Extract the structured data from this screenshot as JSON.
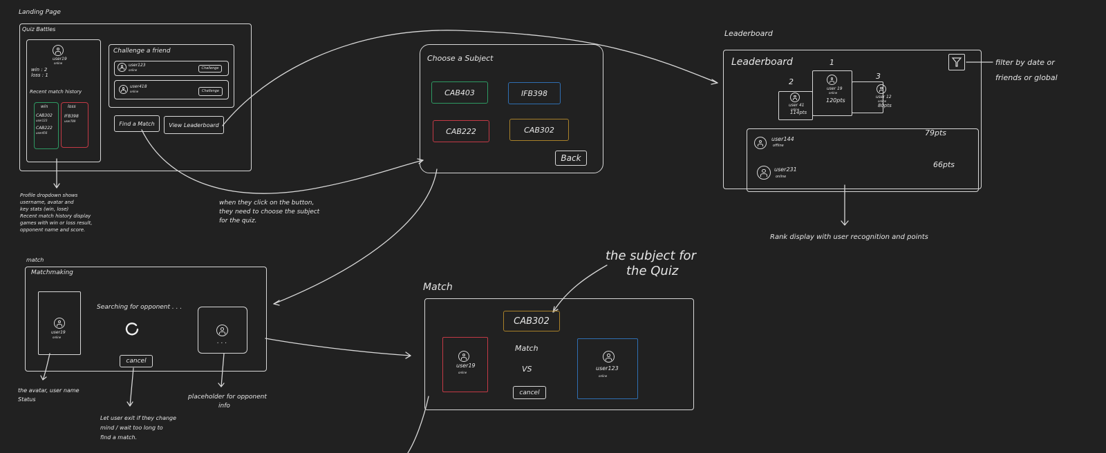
{
  "landing": {
    "page_label": "Landing Page",
    "frame_title": "Quiz Battles",
    "profile": {
      "username": "user19",
      "status": "online",
      "win": "win : 2",
      "loss": "loss : 1"
    },
    "history_title": "Recent match history",
    "win_label": "win",
    "loss_label": "loss",
    "win_items": [
      {
        "code": "CAB302",
        "detail": "user123"
      },
      {
        "code": "CAB222",
        "detail": "user456"
      }
    ],
    "loss_items": [
      {
        "code": "IFB398",
        "detail": "user789"
      }
    ],
    "challenge_title": "Challenge a friend",
    "friends": [
      {
        "name": "user123",
        "status": "online",
        "button": "Challenge"
      },
      {
        "name": "user418",
        "status": "online",
        "button": "Challenge"
      }
    ],
    "find_match": "Find a Match",
    "view_leaderboard": "View Leaderboard",
    "note": [
      "Profile dropdown shows",
      "username, avatar and",
      "key stats (win, lose)",
      "Recent match history display",
      "games with win or loss result,",
      "opponent name and score."
    ]
  },
  "subject": {
    "title": "Choose a Subject",
    "subjects": [
      {
        "code": "CAB403",
        "color": "#2e9a63"
      },
      {
        "code": "IFB398",
        "color": "#2f6fb3"
      },
      {
        "code": "CAB222",
        "color": "#c43a46"
      },
      {
        "code": "CAB302",
        "color": "#a9812a"
      }
    ],
    "back": "Back",
    "note": [
      "when they click on the button,",
      "they need to choose the subject",
      "for the quiz."
    ]
  },
  "leaderboard": {
    "page_label": "Leaderboard",
    "title": "Leaderboard",
    "filter_icon": "filter-icon",
    "filter_note": [
      "filter by date or",
      "friends or global"
    ],
    "podium": [
      {
        "rank": "2",
        "user": "user 41",
        "status": "online",
        "points": "114pts"
      },
      {
        "rank": "1",
        "user": "user 19",
        "status": "online",
        "points": "120pts"
      },
      {
        "rank": "3",
        "user": "user 12",
        "status": "online",
        "points": "80pts"
      }
    ],
    "rows": [
      {
        "user": "user144",
        "status": "offline",
        "points": "79pts"
      },
      {
        "user": "user231",
        "status": "online",
        "points": "66pts"
      }
    ],
    "note": "Rank display with user recognition and points"
  },
  "matchmaking": {
    "page_label": "match",
    "title": "Matchmaking",
    "user": "user19",
    "status": "online",
    "searching": "Searching for opponent . . .",
    "cancel": "cancel",
    "placeholder": ". . .",
    "note_avatar": [
      "the avatar, user name",
      "Status"
    ],
    "note_cancel": [
      "Let user exit if they change",
      "mind / wait too long to",
      "find a match."
    ],
    "note_placeholder": [
      "placeholder for opponent",
      "info"
    ]
  },
  "match": {
    "page_label": "Match",
    "subject": "CAB302",
    "subject_note": [
      "the subject for",
      "the Quiz"
    ],
    "center_label": "Match",
    "vs": "VS",
    "cancel": "cancel",
    "player1": {
      "name": "user19",
      "status": "online",
      "color": "#c43a46"
    },
    "player2": {
      "name": "user123",
      "status": "online",
      "color": "#2f6fb3"
    }
  }
}
